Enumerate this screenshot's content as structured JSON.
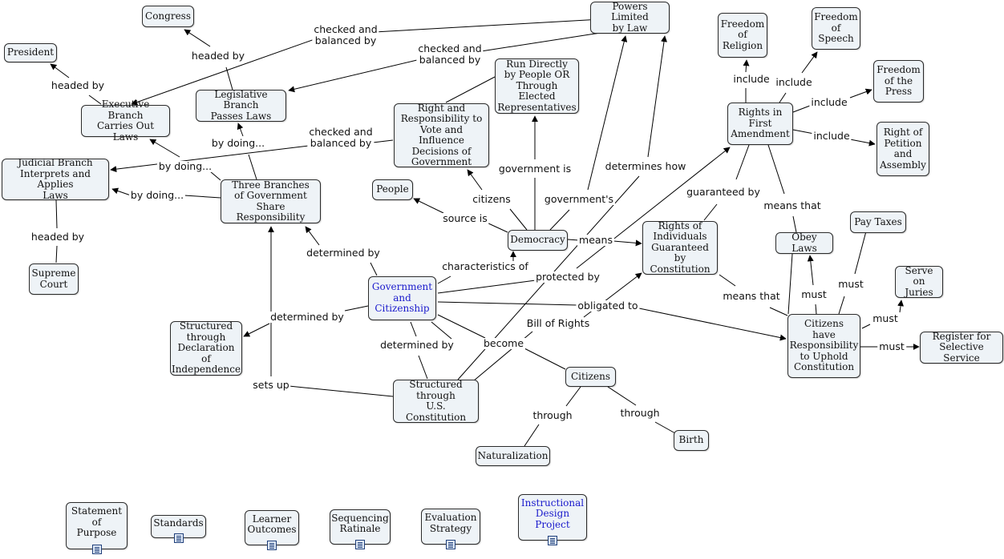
{
  "nodes": {
    "congress": "Congress",
    "president": "President",
    "powers": "Powers Limited\nby Law",
    "exec": "Executive Branch\nCarries Out Laws",
    "legis": "Legislative Branch\nPasses Laws",
    "judicial": "Judicial Branch\nInterprets and Applies\nLaws",
    "supreme": "Supreme\nCourt",
    "three": "Three Branches\nof Government\nShare Responsibility",
    "rundirect": "Run Directly\nby People OR\nThrough Elected\nRepresentatives",
    "rightvote": "Right and\nResponsibility to\nVote and Influence\nDecisions of\nGovernment",
    "people": "People",
    "democracy": "Democracy",
    "gov": "Government\nand\nCitizenship",
    "declaration": "Structured\nthrough\nDeclaration of\nIndependence",
    "constitution": "Structured\nthrough\nU.S. Constitution",
    "citizens": "Citizens",
    "naturalization": "Naturalization",
    "birth": "Birth",
    "religion": "Freedom\nof\nReligion",
    "speech": "Freedom\nof\nSpeech",
    "press": "Freedom\nof the\nPress",
    "petition": "Right of\nPetition\nand\nAssembly",
    "firstamend": "Rights in\nFirst\nAmendment",
    "individuals": "Rights of\nIndividuals\nGuaranteed by\nConstitution",
    "obey": "Obey Laws",
    "taxes": "Pay Taxes",
    "juries": "Serve on\nJuries",
    "selective": "Register for\nSelective Service",
    "citresp": "Citizens\nhave\nResponsibility\nto Uphold\nConstitution",
    "statement": "Statement\nof\nPurpose",
    "standards": "Standards",
    "learner": "Learner\nOutcomes",
    "sequencing": "Sequencing\nRatinale",
    "evaluation": "Evaluation\nStrategy",
    "idp": "Instructional\nDesign\nProject"
  },
  "labels": {
    "checked1": "checked and\nbalanced by",
    "checked2": "checked and\nbalanced by",
    "checked3": "checked and\nbalanced by",
    "headedby_congress": "headed by",
    "headedby_president": "headed by",
    "headedby_supreme": "headed by",
    "bydoing1": "by doing...",
    "bydoing2": "by doing...",
    "bydoing3": "by doing...",
    "govis": "government is",
    "determineshow": "determines how",
    "govs": "government's",
    "citizens_lbl": "citizens",
    "sourceis": "source is",
    "means": "means",
    "characteristics": "characteristics of",
    "protectedby": "protected by",
    "determinedby1": "determined by",
    "determinedby2": "determined by",
    "determinedby3": "determined by",
    "obligated": "obligated to",
    "billofrights": "Bill of Rights",
    "become": "become",
    "setsup": "sets up",
    "through1": "through",
    "through2": "through",
    "include1": "include",
    "include2": "include",
    "include3": "include",
    "include4": "include",
    "guaranteed": "guaranteed by",
    "meansthat1": "means that",
    "meansthat2": "means that",
    "must1": "must",
    "must2": "must",
    "must3": "must",
    "must4": "must"
  }
}
